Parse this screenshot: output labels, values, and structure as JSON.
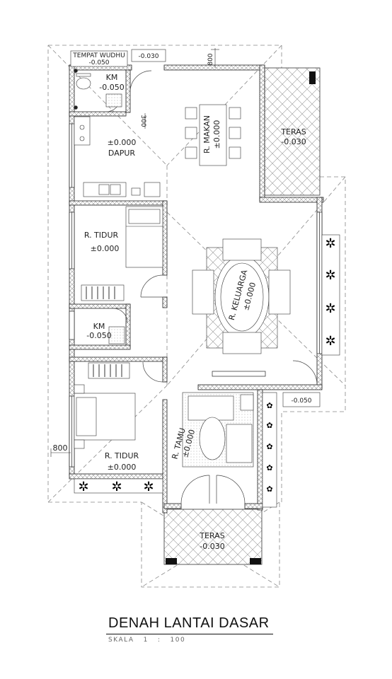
{
  "drawing": {
    "title": "DENAH LANTAI DASAR",
    "scale": "SKALA   1   :   100"
  },
  "rooms": {
    "tempat_wudhu": {
      "name": "TEMPAT WUDHU",
      "level": "-0.050"
    },
    "km_top": {
      "name": "KM",
      "level": "-0.050"
    },
    "dapur": {
      "name": "DAPUR",
      "level": "±0.000"
    },
    "r_makan": {
      "name": "R. MAKAN",
      "level": "±0.000"
    },
    "teras_top": {
      "name": "TERAS",
      "level": "-0.030"
    },
    "r_tidur_1": {
      "name": "R. TIDUR",
      "level": "±0.000"
    },
    "r_keluarga": {
      "name": "R. KELUARGA",
      "level": "±0.000"
    },
    "km_mid": {
      "name": "KM",
      "level": "-0.050"
    },
    "r_tamu": {
      "name": "R. TAMU",
      "level": "±0.000"
    },
    "r_tidur_2": {
      "name": "R. TIDUR",
      "level": "±0.000"
    },
    "teras_bottom": {
      "name": "TERAS",
      "level": "-0.030"
    }
  },
  "annotations": {
    "level_top": "-0.030",
    "level_side": "-0.050",
    "dim_top": "800",
    "dim_left": "800",
    "dim_small": "300"
  }
}
